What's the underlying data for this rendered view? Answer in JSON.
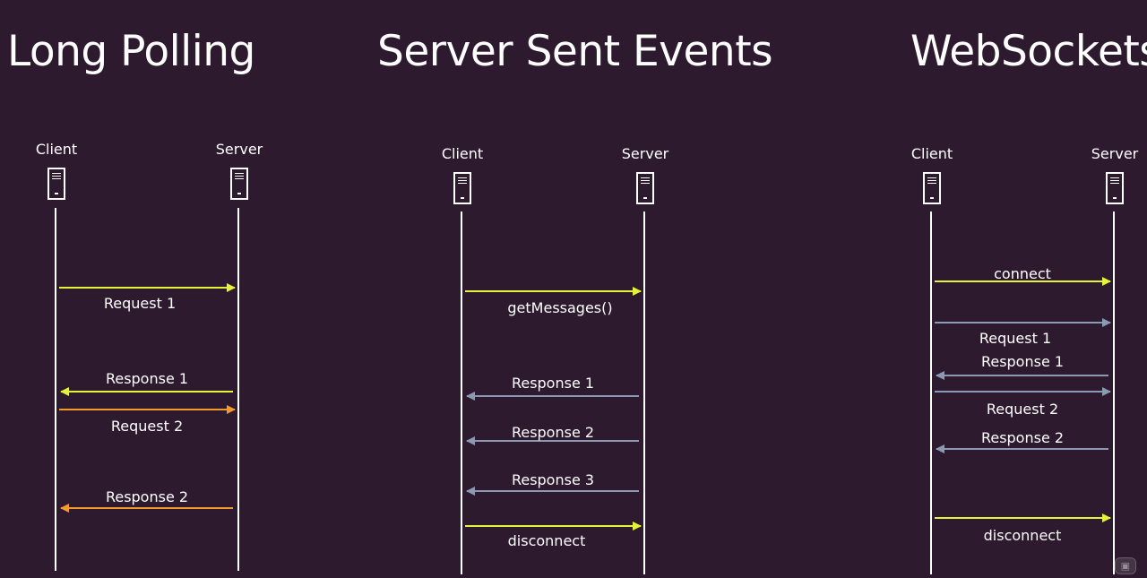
{
  "colors": {
    "background": "#2e1a2e",
    "lifeline": "#ffffff",
    "yellow": "#e6f23a",
    "orange": "#f29a2e",
    "gray": "#8a9ab4"
  },
  "panels": [
    {
      "title": "Long Polling",
      "client_label": "Client",
      "server_label": "Server",
      "messages": [
        {
          "label": "Request 1",
          "dir": "to-server",
          "color": "yellow"
        },
        {
          "label": "Response 1",
          "dir": "to-client",
          "color": "yellow"
        },
        {
          "label": "Request 2",
          "dir": "to-server",
          "color": "orange"
        },
        {
          "label": "Response 2",
          "dir": "to-client",
          "color": "orange"
        }
      ]
    },
    {
      "title": "Server Sent Events",
      "client_label": "Client",
      "server_label": "Server",
      "messages": [
        {
          "label": "getMessages()",
          "dir": "to-server",
          "color": "yellow"
        },
        {
          "label": "Response 1",
          "dir": "to-client",
          "color": "gray"
        },
        {
          "label": "Response 2",
          "dir": "to-client",
          "color": "gray"
        },
        {
          "label": "Response 3",
          "dir": "to-client",
          "color": "gray"
        },
        {
          "label": "disconnect",
          "dir": "to-server",
          "color": "yellow"
        }
      ]
    },
    {
      "title": "WebSockets",
      "client_label": "Client",
      "server_label": "Server",
      "messages": [
        {
          "label": "connect",
          "dir": "to-server",
          "color": "yellow"
        },
        {
          "label": "Request 1",
          "dir": "to-server",
          "color": "gray"
        },
        {
          "label": "Response 1",
          "dir": "to-client",
          "color": "gray"
        },
        {
          "label": "Request 2",
          "dir": "to-server",
          "color": "gray"
        },
        {
          "label": "Response 2",
          "dir": "to-client",
          "color": "gray"
        },
        {
          "label": "disconnect",
          "dir": "to-server",
          "color": "yellow"
        }
      ]
    }
  ]
}
